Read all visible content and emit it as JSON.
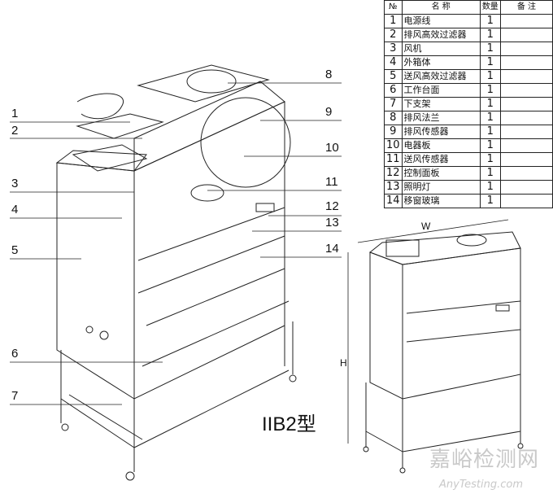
{
  "parts_table": {
    "headers": [
      "№",
      "名 称",
      "数量",
      "备 注"
    ],
    "rows": [
      {
        "no": "1",
        "name": "电源线",
        "qty": "1"
      },
      {
        "no": "2",
        "name": "排风高效过滤器",
        "qty": "1"
      },
      {
        "no": "3",
        "name": "风机",
        "qty": "1"
      },
      {
        "no": "4",
        "name": "外箱体",
        "qty": "1"
      },
      {
        "no": "5",
        "name": "送风高效过滤器",
        "qty": "1"
      },
      {
        "no": "6",
        "name": "工作台面",
        "qty": "1"
      },
      {
        "no": "7",
        "name": "下支架",
        "qty": "1"
      },
      {
        "no": "8",
        "name": "排风法兰",
        "qty": "1"
      },
      {
        "no": "9",
        "name": "排风传感器",
        "qty": "1"
      },
      {
        "no": "10",
        "name": "电器板",
        "qty": "1"
      },
      {
        "no": "11",
        "name": "送风传感器",
        "qty": "1"
      },
      {
        "no": "12",
        "name": "控制面板",
        "qty": "1"
      },
      {
        "no": "13",
        "name": "照明灯",
        "qty": "1"
      },
      {
        "no": "14",
        "name": "移窗玻璃",
        "qty": "1"
      }
    ]
  },
  "callouts_left": [
    "1",
    "2",
    "3",
    "4",
    "5",
    "6",
    "7"
  ],
  "callouts_right": [
    "8",
    "9",
    "10",
    "11",
    "12",
    "13",
    "14"
  ],
  "dimensions": {
    "width": "W",
    "height": "H"
  },
  "model": "IIB2型",
  "watermark": {
    "cn": "嘉峪检测网",
    "en": "AnyTesting.com"
  }
}
